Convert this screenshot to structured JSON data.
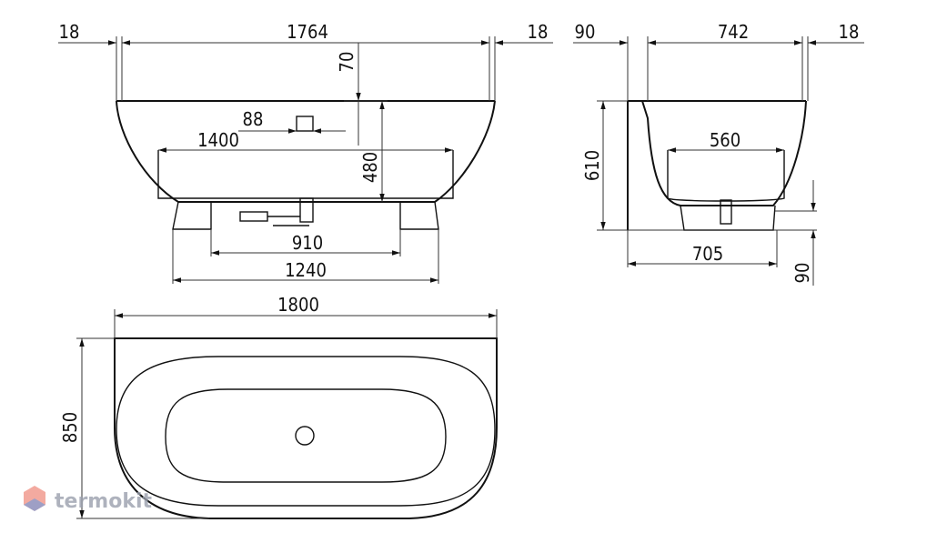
{
  "colors": {
    "line": "#111111",
    "watermark_text": "#9aa0ad",
    "watermark_logo": "#e8503a",
    "watermark_logo_blue": "#3f7fd6"
  },
  "front": {
    "d_18_left": "18",
    "d_1764": "1764",
    "d_18_right": "18",
    "d_70": "70",
    "d_88": "88",
    "d_1400": "1400",
    "d_480": "480",
    "d_910": "910",
    "d_1240": "1240"
  },
  "side": {
    "d_90": "90",
    "d_742": "742",
    "d_18": "18",
    "d_560": "560",
    "d_610": "610",
    "d_705": "705",
    "d_90_bottom": "90"
  },
  "top": {
    "d_1800": "1800",
    "d_850": "850"
  },
  "watermark": {
    "text": "termokit"
  }
}
